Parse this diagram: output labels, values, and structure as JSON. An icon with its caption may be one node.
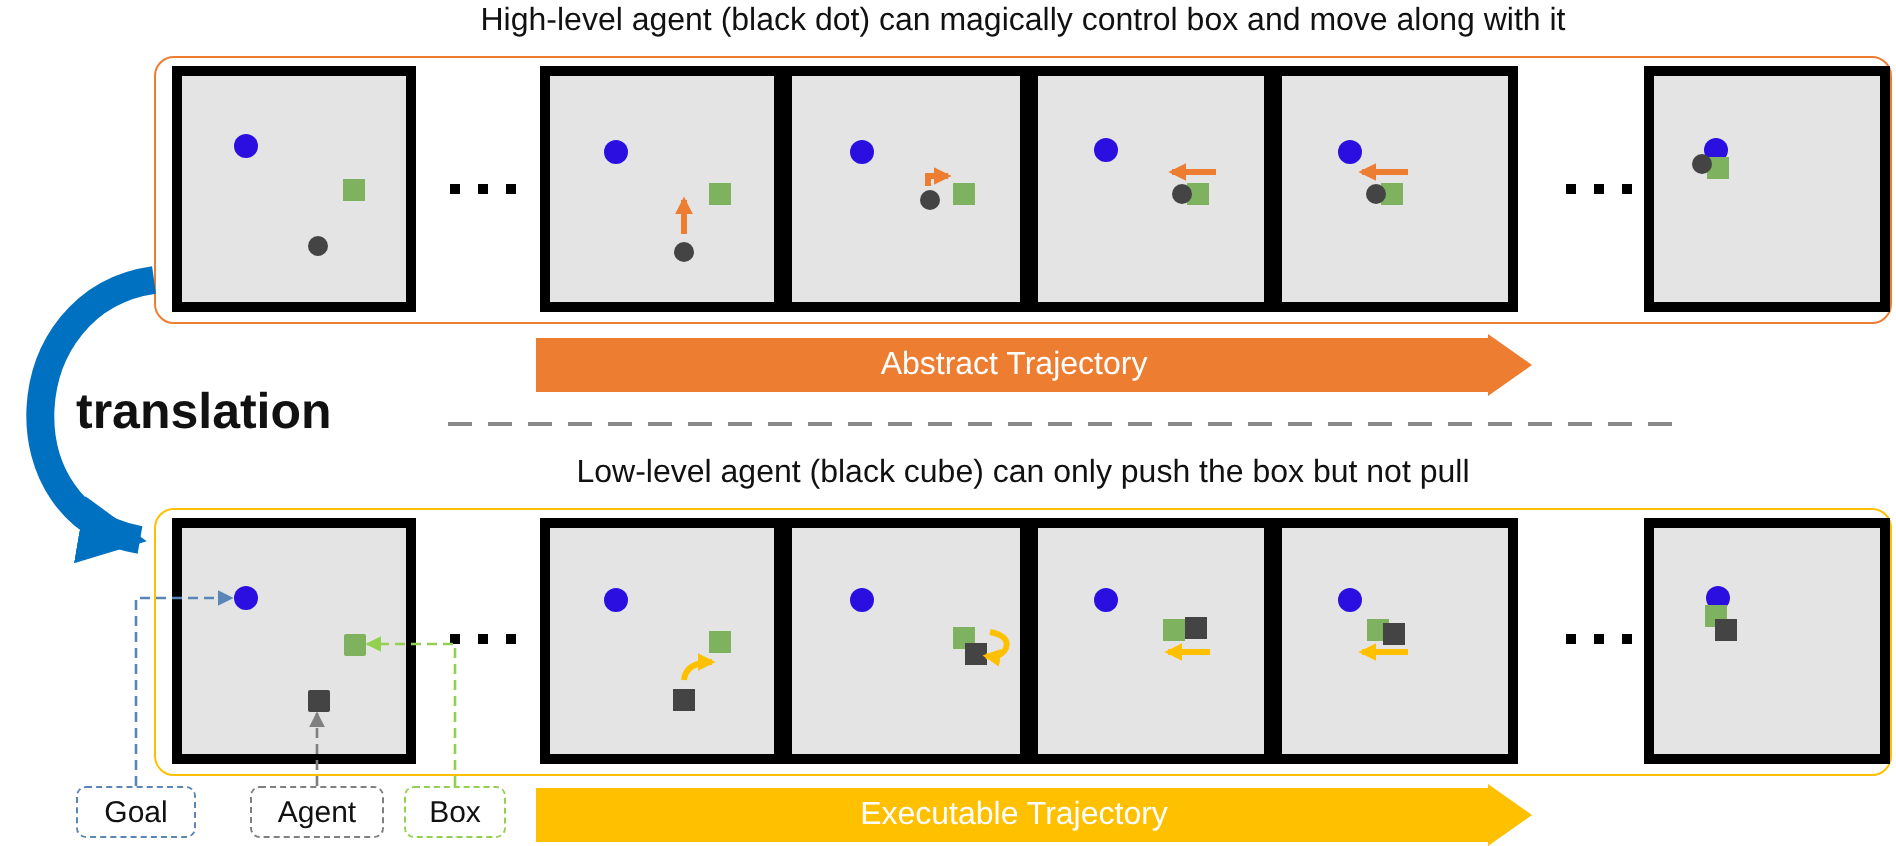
{
  "diagram": {
    "nodes": [
      {
        "text": [
          "High-level agent (black dot) can magically control box and move along with it"
        ]
      },
      {
        "text": [
          "Low-level agent (black cube) can only push the box but not pull"
        ]
      },
      {
        "text": [
          "Abstract Trajectory"
        ]
      },
      {
        "text": [
          "Executable Trajectory"
        ]
      },
      {
        "text": [
          "Goal"
        ]
      },
      {
        "text": [
          "Agent"
        ]
      },
      {
        "text": [
          "Box"
        ]
      },
      {
        "text": [],
        "shape": "circle",
        "in": 1
      },
      {
        "text": [],
        "shape": "box",
        "in": 1
      },
      {
        "text": [],
        "shape": "box",
        "in": 1
      }
    ],
    "edges": [
      {
        "from": 0,
        "to": 1,
        "arrow": "to",
        "label": "translation",
        "style": "thick",
        "color": "#0070c0"
      },
      {
        "from": 4,
        "to": 7,
        "arrow": "to",
        "style": "dashed",
        "color": "#5a86b5"
      },
      {
        "from": 5,
        "to": 9,
        "arrow": "to",
        "style": "dashed",
        "color": "#7f7f7f"
      },
      {
        "from": 6,
        "to": 8,
        "arrow": "to",
        "style": "dashed",
        "color": "#92d050"
      }
    ]
  }
}
